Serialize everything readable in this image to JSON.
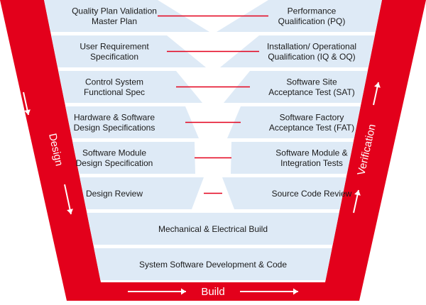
{
  "colors": {
    "frame": "#e3001b",
    "box": "#deeaf6",
    "link": "#e3001b",
    "text": "#1a1a1a",
    "frame_text": "#ffffff"
  },
  "frame_labels": {
    "left": "Design",
    "right": "Verification",
    "bottom": "Build"
  },
  "left_column": [
    [
      "Quality Plan Validation",
      "Master Plan"
    ],
    [
      "User Requirement",
      "Specification"
    ],
    [
      "Control System",
      "Functional Spec"
    ],
    [
      "Hardware & Software",
      "Design Specifications"
    ],
    [
      "Software Module",
      "Design Specification"
    ],
    [
      "Design Review"
    ]
  ],
  "right_column": [
    [
      "Performance",
      "Qualification (PQ)"
    ],
    [
      "Installation/ Operational",
      "Qualification (IQ & OQ)"
    ],
    [
      "Software Site",
      "Acceptance Test (SAT)"
    ],
    [
      "Software Factory",
      "Acceptance Test (FAT)"
    ],
    [
      "Software Module &",
      "Integration Tests"
    ],
    [
      "Source Code Review"
    ]
  ],
  "bottom_rows": [
    "Mechanical & Electrical Build",
    "System Software Development & Code"
  ]
}
